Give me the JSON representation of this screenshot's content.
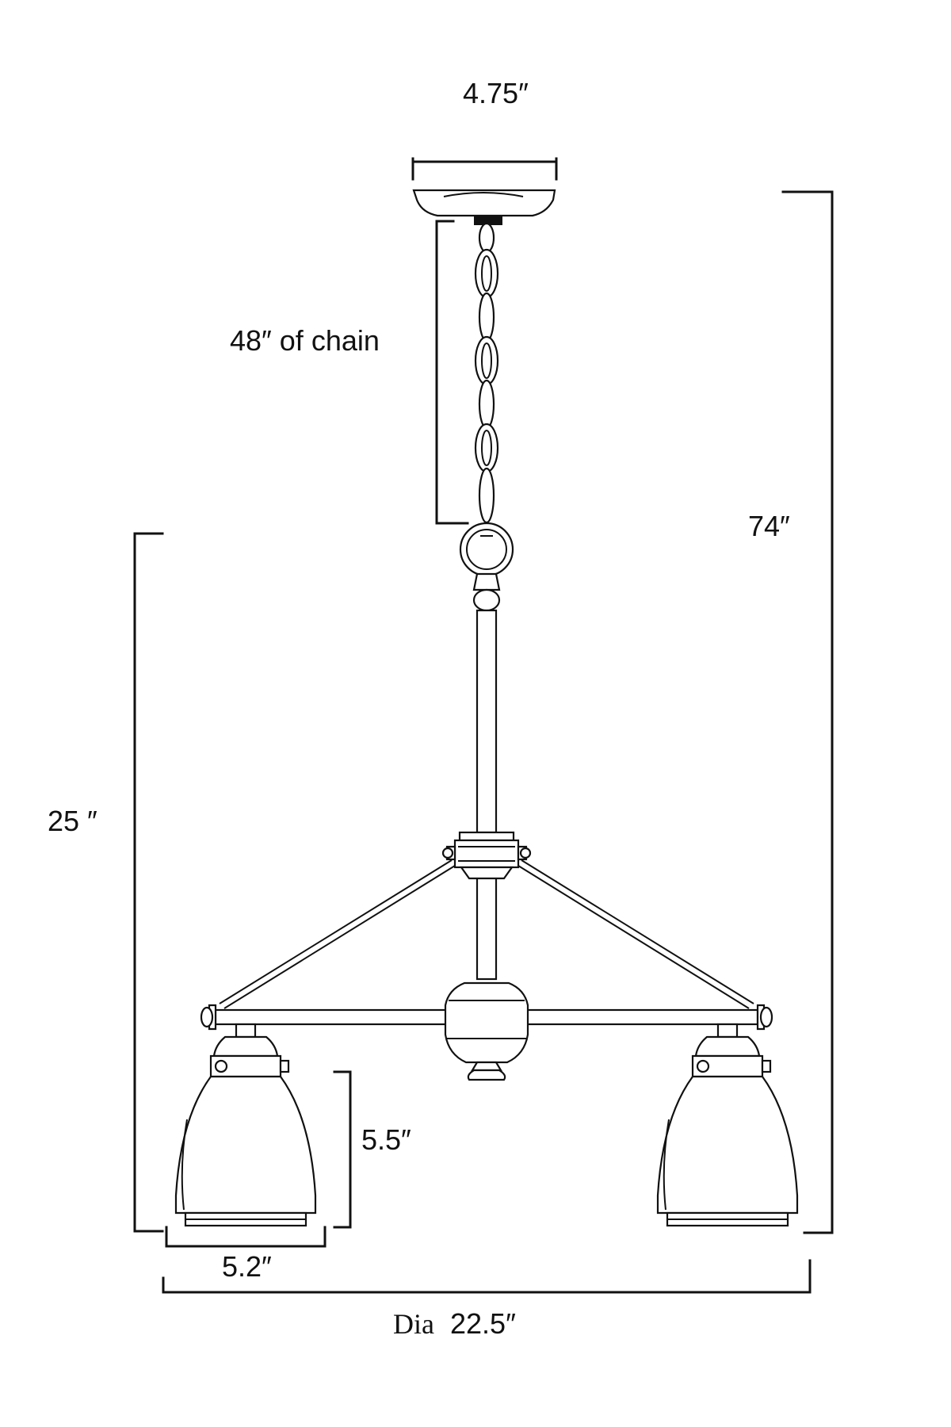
{
  "dimensions": {
    "canopy_width": "4.75″",
    "chain_length": "48″ of chain",
    "overall_height": "74″",
    "body_height": "25 ″",
    "shade_height": "5.5″",
    "shade_width": "5.2″",
    "diameter_prefix": "Dia",
    "diameter_value": "22.5″"
  }
}
